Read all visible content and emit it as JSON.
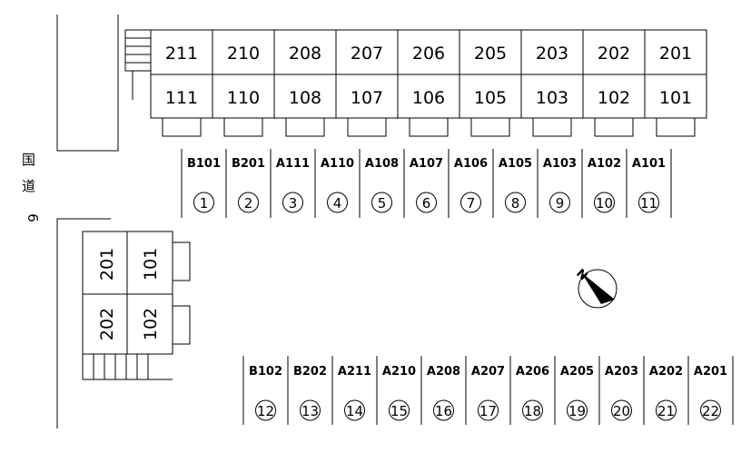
{
  "road_label": [
    "国",
    "道",
    "6"
  ],
  "building_a": {
    "upper_units": [
      "211",
      "210",
      "208",
      "207",
      "206",
      "205",
      "203",
      "202",
      "201"
    ],
    "lower_units": [
      "111",
      "110",
      "108",
      "107",
      "106",
      "105",
      "103",
      "102",
      "101"
    ]
  },
  "building_b": {
    "upper_units": [
      "201",
      "101"
    ],
    "lower_units": [
      "202",
      "102"
    ]
  },
  "parking_top": {
    "labels": [
      "B101",
      "B201",
      "A111",
      "A110",
      "A108",
      "A107",
      "A106",
      "A105",
      "A103",
      "A102",
      "A101"
    ],
    "numbers": [
      "①",
      "②",
      "③",
      "④",
      "⑤",
      "⑥",
      "⑦",
      "⑧",
      "⑨",
      "⑩",
      "⑪"
    ]
  },
  "parking_bottom": {
    "labels": [
      "B102",
      "B202",
      "A211",
      "A210",
      "A208",
      "A207",
      "A206",
      "A205",
      "A203",
      "A202",
      "A201"
    ],
    "numbers": [
      "⑫",
      "⑬",
      "⑭",
      "⑮",
      "⑯",
      "⑰",
      "⑱",
      "⑲",
      "⑳",
      "㉑",
      "㉒"
    ]
  },
  "compass": {
    "label": "N",
    "icon": "north-arrow-icon"
  }
}
